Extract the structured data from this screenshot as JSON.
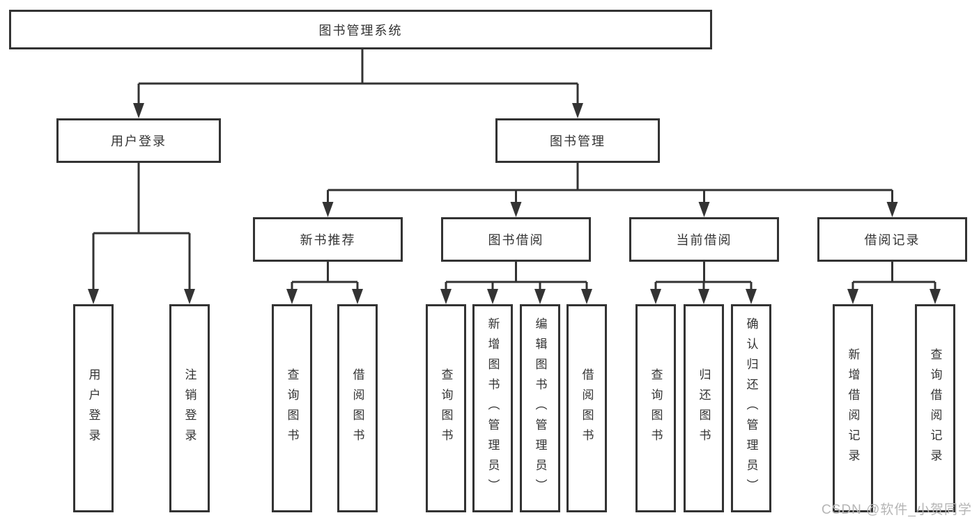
{
  "colors": {
    "line": "#333333",
    "text": "#333333",
    "background": "#ffffff",
    "watermark": "#b5b5b5"
  },
  "watermark": {
    "text": "CSDN @软件_小贺同学"
  },
  "diagram": {
    "type": "hierarchy-tree",
    "root": {
      "label": "图书管理系统"
    },
    "branches": {
      "user_login": {
        "label": "用户登录"
      },
      "book_management": {
        "label": "图书管理"
      }
    },
    "modules": {
      "new_book_recommend": {
        "label": "新书推荐"
      },
      "book_borrowing": {
        "label": "图书借阅"
      },
      "current_borrowing": {
        "label": "当前借阅"
      },
      "borrowing_records": {
        "label": "借阅记录"
      }
    },
    "functions": {
      "user_login_action": {
        "label": "用户登录",
        "parent": "用户登录"
      },
      "logout_action": {
        "label": "注销登录",
        "parent": "用户登录"
      },
      "nb_query_books": {
        "label": "查询图书",
        "parent": "新书推荐"
      },
      "nb_borrow_books": {
        "label": "借阅图书",
        "parent": "新书推荐"
      },
      "bb_query_books": {
        "label": "查询图书",
        "parent": "图书借阅"
      },
      "bb_add_books": {
        "label": "新增图书（管理员）",
        "parent": "图书借阅"
      },
      "bb_edit_books": {
        "label": "编辑图书（管理员）",
        "parent": "图书借阅"
      },
      "bb_borrow_books": {
        "label": "借阅图书",
        "parent": "图书借阅"
      },
      "cb_query_books": {
        "label": "查询图书",
        "parent": "当前借阅"
      },
      "cb_return_books": {
        "label": "归还图书",
        "parent": "当前借阅"
      },
      "cb_confirm_return": {
        "label": "确认归还（管理员）",
        "parent": "当前借阅"
      },
      "br_add_record": {
        "label": "新增借阅记录",
        "parent": "借阅记录"
      },
      "br_query_record": {
        "label": "查询借阅记录",
        "parent": "借阅记录"
      }
    }
  }
}
